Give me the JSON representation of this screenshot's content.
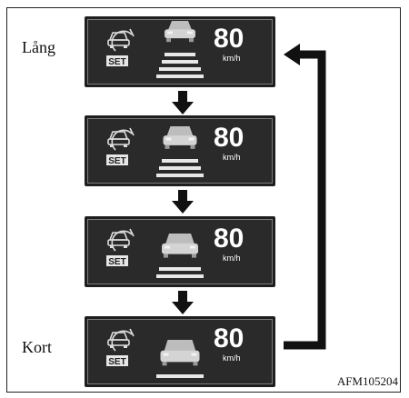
{
  "labels": {
    "top": "Lång",
    "bottom": "Kort"
  },
  "set_label": "SET",
  "panels": [
    {
      "speed": "80",
      "unit": "km/h",
      "gap_bars": 4
    },
    {
      "speed": "80",
      "unit": "km/h",
      "gap_bars": 3
    },
    {
      "speed": "80",
      "unit": "km/h",
      "gap_bars": 2
    },
    {
      "speed": "80",
      "unit": "km/h",
      "gap_bars": 1
    }
  ],
  "figure_code": "AFM105204"
}
